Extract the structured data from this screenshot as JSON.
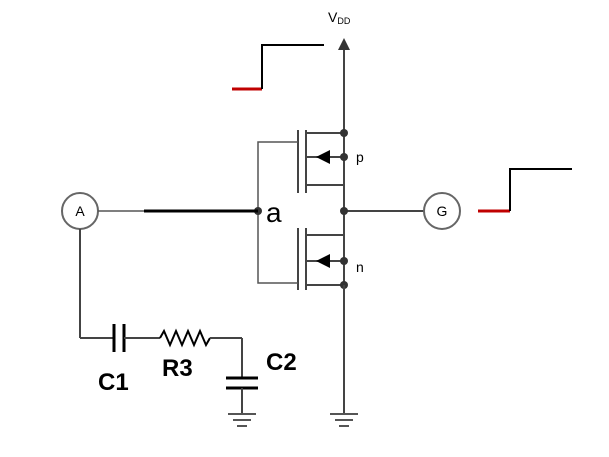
{
  "labels": {
    "vdd_main": "V",
    "vdd_sub": "DD",
    "node_a": "A",
    "node_g": "G",
    "gate": "a",
    "pmos": "p",
    "nmos": "n",
    "c1": "C1",
    "r3": "R3",
    "c2": "C2"
  }
}
